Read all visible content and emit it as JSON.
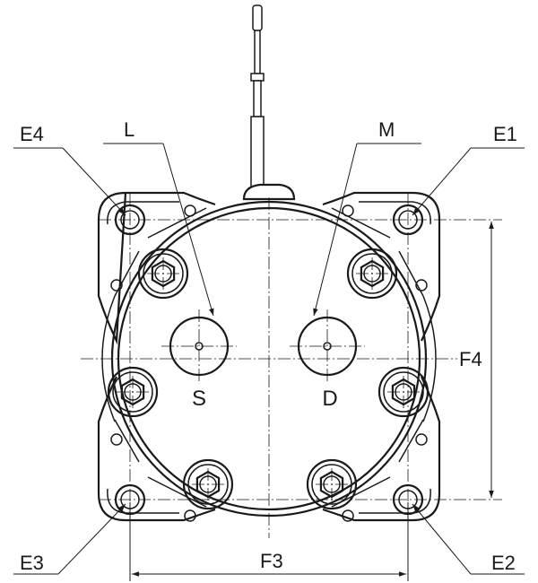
{
  "labels": {
    "e1": "E1",
    "e2": "E2",
    "e3": "E3",
    "e4": "E4",
    "l": "L",
    "m": "M",
    "f3": "F3",
    "f4": "F4",
    "suction": "S",
    "discharge": "D"
  },
  "colors": {
    "line": "#1a1a1a",
    "background": "#ffffff"
  }
}
